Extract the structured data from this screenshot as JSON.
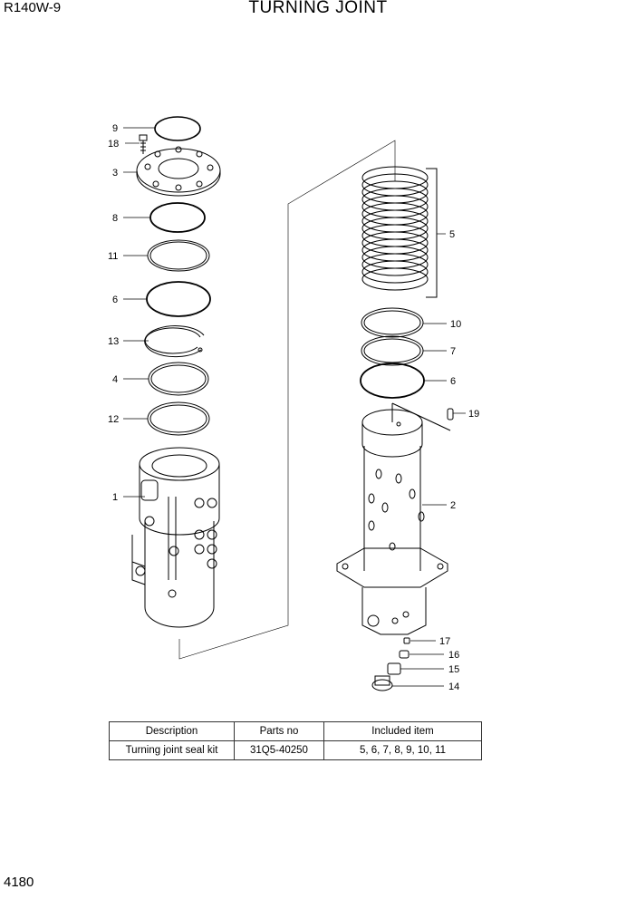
{
  "header": {
    "model": "R140W-9",
    "title": "TURNING JOINT"
  },
  "page_number": "4180",
  "callouts": {
    "c9": "9",
    "c18": "18",
    "c3": "3",
    "c8": "8",
    "c11": "11",
    "c6a": "6",
    "c13": "13",
    "c4": "4",
    "c12": "12",
    "c1": "1",
    "c5": "5",
    "c10": "10",
    "c7": "7",
    "c6b": "6",
    "c19": "19",
    "c2": "2",
    "c17": "17",
    "c16": "16",
    "c15": "15",
    "c14": "14"
  },
  "kit_table": {
    "headers": [
      "Description",
      "Parts no",
      "Included item"
    ],
    "row": [
      "Turning joint seal kit",
      "31Q5-40250",
      "5, 6, 7, 8, 9, 10, 11"
    ]
  }
}
